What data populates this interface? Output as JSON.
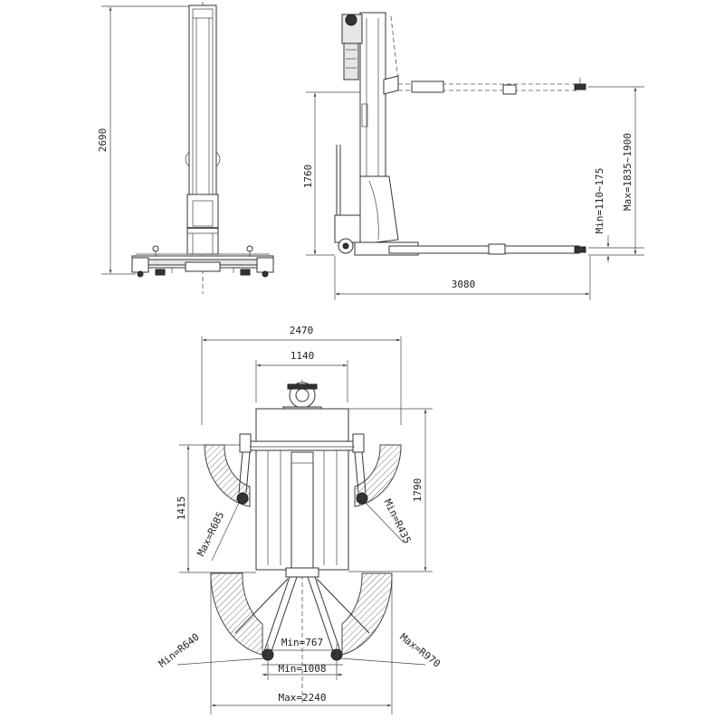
{
  "drawing": {
    "front_view": {
      "height_label": "2690"
    },
    "side_view": {
      "height_1760": "1760",
      "max_height": "Max=1835~1900",
      "min_height": "Min=110~175",
      "length": "3080"
    },
    "top_view": {
      "width_total": "2470",
      "width_column": "1140",
      "depth_1790": "1790",
      "depth_1415": "1415",
      "front_arm_max_r": "Max=R685",
      "front_arm_min_r": "Min=R435",
      "rear_arm_min_r": "Min=R640",
      "rear_arm_max_r": "Max=R970",
      "min_767": "Min=767",
      "min_1008": "Min=1008",
      "max_2240": "Max=2240"
    }
  }
}
